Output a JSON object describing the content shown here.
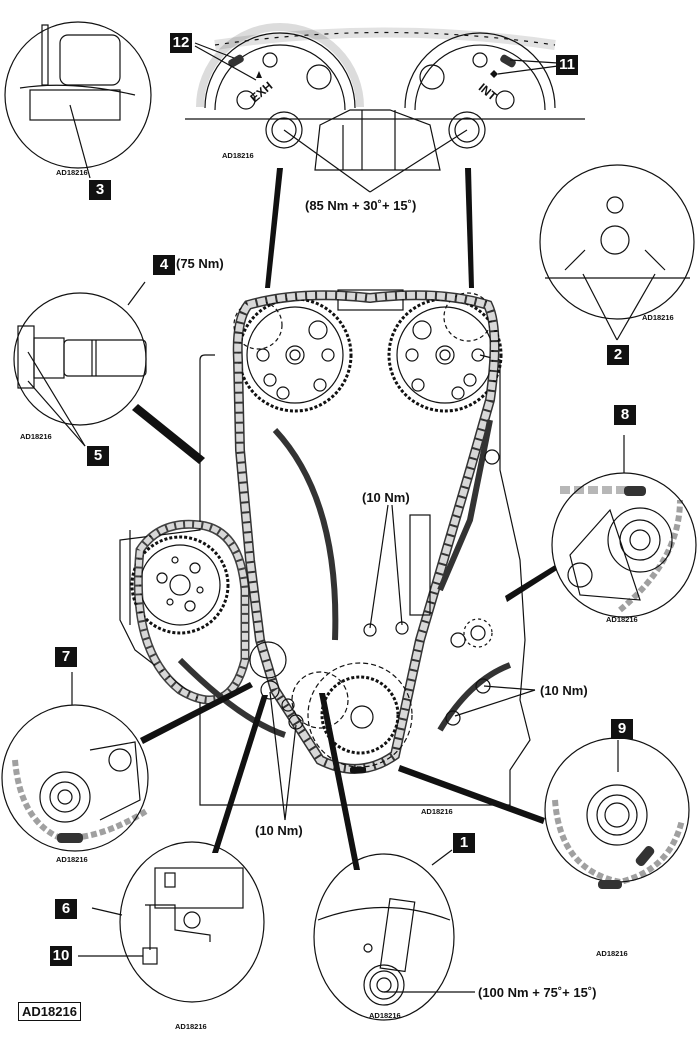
{
  "figure": {
    "reference_code": "AD18216",
    "inset_reference": "AD18216"
  },
  "callouts": {
    "c1": "1",
    "c2": "2",
    "c3": "3",
    "c4": "4",
    "c5": "5",
    "c6": "6",
    "c7": "7",
    "c8": "8",
    "c9": "9",
    "c10": "10",
    "c11": "11",
    "c12": "12"
  },
  "torques": {
    "camshaft_bolts": "(85 Nm + 30˚+ 15˚)",
    "tensioner": "(75 Nm)",
    "upper_guide": "(10 Nm)",
    "right_guide": "(10 Nm)",
    "lower_guide": "(10 Nm)",
    "crankshaft_bolt": "(100 Nm + 75˚+ 15˚)"
  },
  "cam_labels": {
    "exhaust": "EXH",
    "intake": "INT"
  },
  "colors": {
    "ink": "#111111",
    "chain_fill": "#d8d8d8",
    "marked_link": "#333333",
    "background": "#ffffff"
  }
}
